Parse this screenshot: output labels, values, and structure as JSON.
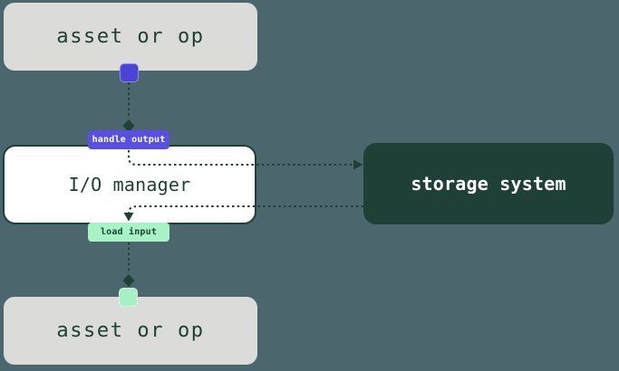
{
  "colors": {
    "background": "#4B666D",
    "asset_box_fill": "#DBDBD9",
    "dark_green": "#1E4036",
    "io_box_fill": "#FFFFFF",
    "output_purple": "#4B42D8",
    "output_label_purple": "#5A4FE4",
    "input_light_green": "#A8F0C5",
    "storage_text": "#FFFFFF"
  },
  "diagram": {
    "nodes": {
      "asset_top": {
        "label": "asset or op"
      },
      "io_manager": {
        "label": "I/O manager"
      },
      "storage": {
        "label": "storage system"
      },
      "asset_bottom": {
        "label": "asset or op"
      }
    },
    "edge_labels": {
      "handle_output": "handle output",
      "load_input": "load input"
    },
    "flow": [
      "asset_top -> handle_output (I/O manager)",
      "handle_output -> storage",
      "storage -> load_input (I/O manager)",
      "load_input -> asset_bottom"
    ]
  }
}
